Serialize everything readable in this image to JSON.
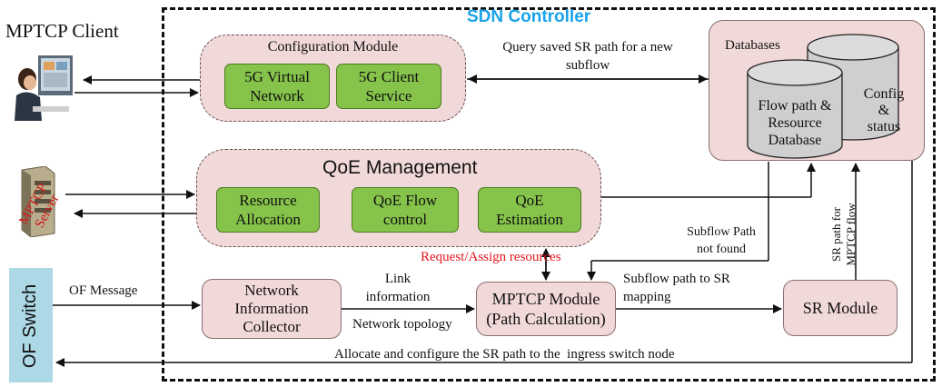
{
  "controller_title": "SDN Controller",
  "client_label": "MPTCP Client",
  "server_label": "MPTCP Server",
  "switch_label": "OF Switch",
  "configuration_module": {
    "title": "Configuration Module",
    "items": [
      "5G Virtual\nNetwork",
      "5G Client\nService"
    ]
  },
  "qoe_management": {
    "title": "QoE Management",
    "items": [
      "Resource\nAllocation",
      "QoE Flow\ncontrol",
      "QoE\nEstimation"
    ]
  },
  "databases": {
    "title": "Databases",
    "config_status": "Config\n&\nstatus",
    "flow_db": "Flow path &\nResource\nDatabase"
  },
  "network_info_collector": "Network\nInformation\nCollector",
  "mptcp_module": "MPTCP Module\n(Path Calculation)",
  "sr_module": "SR Module",
  "edge_labels": {
    "query_sr_path": "Query saved SR path for a new\nsubflow",
    "subflow_not_found": "Subflow Path\nnot found",
    "request_assign": "Request/Assign resources",
    "sr_path_mptcp": "SR path for\nMPTCP flow",
    "of_message": "OF Message",
    "link_information": "Link\ninformation",
    "network_topology": "Network topology",
    "subflow_to_sr": "Subflow path to SR\nmapping",
    "allocate_configure": "Allocate and configure the SR path to the  ingress switch node"
  },
  "colors": {
    "controller_title": "#1aa3e8",
    "module_fill": "#f2d9d9",
    "submodule_fill": "#86c34a",
    "switch_fill": "#add8e6",
    "request_text": "#e8141c",
    "server_text": "#d01818"
  }
}
